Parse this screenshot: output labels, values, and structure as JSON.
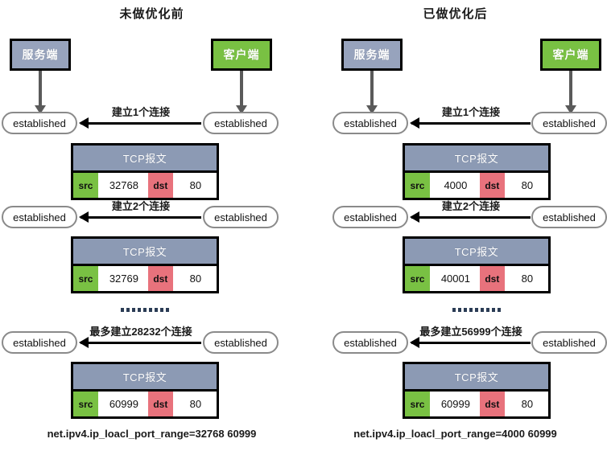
{
  "panels": [
    {
      "id": "before",
      "title": "未做优化前",
      "server_label": "服务端",
      "client_label": "客户端",
      "state_label": "established",
      "footer": "net.ipv4.ip_loacl_port_range=32768  60999",
      "rows": [
        {
          "arrow_label": "建立1个连接",
          "packet": {
            "header": "TCP报文",
            "src_label": "src",
            "src_value": "32768",
            "dst_label": "dst",
            "dst_value": "80"
          }
        },
        {
          "arrow_label": "建立2个连接",
          "packet": {
            "header": "TCP报文",
            "src_label": "src",
            "src_value": "32769",
            "dst_label": "dst",
            "dst_value": "80"
          }
        },
        {
          "arrow_label": "最多建立28232个连接",
          "packet": {
            "header": "TCP报文",
            "src_label": "src",
            "src_value": "60999",
            "dst_label": "dst",
            "dst_value": "80"
          }
        }
      ]
    },
    {
      "id": "after",
      "title": "已做优化后",
      "server_label": "服务端",
      "client_label": "客户端",
      "state_label": "established",
      "footer": "net.ipv4.ip_loacl_port_range=4000  60999",
      "rows": [
        {
          "arrow_label": "建立1个连接",
          "packet": {
            "header": "TCP报文",
            "src_label": "src",
            "src_value": "4000",
            "dst_label": "dst",
            "dst_value": "80"
          }
        },
        {
          "arrow_label": "建立2个连接",
          "packet": {
            "header": "TCP报文",
            "src_label": "src",
            "src_value": "40001",
            "dst_label": "dst",
            "dst_value": "80"
          }
        },
        {
          "arrow_label": "最多建立56999个连接",
          "packet": {
            "header": "TCP报文",
            "src_label": "src",
            "src_value": "60999",
            "dst_label": "dst",
            "dst_value": "80"
          }
        }
      ]
    }
  ],
  "colors": {
    "server_fill": "#97a3bd",
    "client_fill": "#79c143",
    "packet_header": "#8c9ab4",
    "src_cell": "#79c143",
    "dst_cell": "#e8727c",
    "pill_border": "#8a8a8a",
    "connector": "#5a5a5a",
    "dots": "#2b3c55"
  }
}
